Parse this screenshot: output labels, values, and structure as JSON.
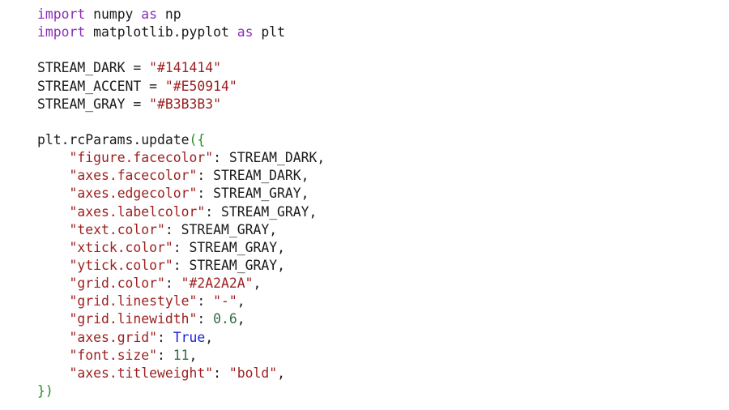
{
  "code": {
    "lines": [
      [
        {
          "t": "kw",
          "v": "import"
        },
        {
          "t": "txt",
          "v": " numpy "
        },
        {
          "t": "kw",
          "v": "as"
        },
        {
          "t": "txt",
          "v": " np"
        }
      ],
      [
        {
          "t": "kw",
          "v": "import"
        },
        {
          "t": "txt",
          "v": " matplotlib.pyplot "
        },
        {
          "t": "kw",
          "v": "as"
        },
        {
          "t": "txt",
          "v": " plt"
        }
      ],
      [],
      [
        {
          "t": "txt",
          "v": "STREAM_DARK = "
        },
        {
          "t": "str",
          "v": "\"#141414\""
        }
      ],
      [
        {
          "t": "txt",
          "v": "STREAM_ACCENT = "
        },
        {
          "t": "str",
          "v": "\"#E50914\""
        }
      ],
      [
        {
          "t": "txt",
          "v": "STREAM_GRAY = "
        },
        {
          "t": "str",
          "v": "\"#B3B3B3\""
        }
      ],
      [],
      [
        {
          "t": "txt",
          "v": "plt.rcParams.update"
        },
        {
          "t": "bracket",
          "v": "({"
        }
      ],
      [
        {
          "t": "txt",
          "v": "    "
        },
        {
          "t": "str",
          "v": "\"figure.facecolor\""
        },
        {
          "t": "txt",
          "v": ": STREAM_DARK,"
        }
      ],
      [
        {
          "t": "txt",
          "v": "    "
        },
        {
          "t": "str",
          "v": "\"axes.facecolor\""
        },
        {
          "t": "txt",
          "v": ": STREAM_DARK,"
        }
      ],
      [
        {
          "t": "txt",
          "v": "    "
        },
        {
          "t": "str",
          "v": "\"axes.edgecolor\""
        },
        {
          "t": "txt",
          "v": ": STREAM_GRAY,"
        }
      ],
      [
        {
          "t": "txt",
          "v": "    "
        },
        {
          "t": "str",
          "v": "\"axes.labelcolor\""
        },
        {
          "t": "txt",
          "v": ": STREAM_GRAY,"
        }
      ],
      [
        {
          "t": "txt",
          "v": "    "
        },
        {
          "t": "str",
          "v": "\"text.color\""
        },
        {
          "t": "txt",
          "v": ": STREAM_GRAY,"
        }
      ],
      [
        {
          "t": "txt",
          "v": "    "
        },
        {
          "t": "str",
          "v": "\"xtick.color\""
        },
        {
          "t": "txt",
          "v": ": STREAM_GRAY,"
        }
      ],
      [
        {
          "t": "txt",
          "v": "    "
        },
        {
          "t": "str",
          "v": "\"ytick.color\""
        },
        {
          "t": "txt",
          "v": ": STREAM_GRAY,"
        }
      ],
      [
        {
          "t": "txt",
          "v": "    "
        },
        {
          "t": "str",
          "v": "\"grid.color\""
        },
        {
          "t": "txt",
          "v": ": "
        },
        {
          "t": "str",
          "v": "\"#2A2A2A\""
        },
        {
          "t": "txt",
          "v": ","
        }
      ],
      [
        {
          "t": "txt",
          "v": "    "
        },
        {
          "t": "str",
          "v": "\"grid.linestyle\""
        },
        {
          "t": "txt",
          "v": ": "
        },
        {
          "t": "str",
          "v": "\"-\""
        },
        {
          "t": "txt",
          "v": ","
        }
      ],
      [
        {
          "t": "txt",
          "v": "    "
        },
        {
          "t": "str",
          "v": "\"grid.linewidth\""
        },
        {
          "t": "txt",
          "v": ": "
        },
        {
          "t": "num",
          "v": "0.6"
        },
        {
          "t": "txt",
          "v": ","
        }
      ],
      [
        {
          "t": "txt",
          "v": "    "
        },
        {
          "t": "str",
          "v": "\"axes.grid\""
        },
        {
          "t": "txt",
          "v": ": "
        },
        {
          "t": "const",
          "v": "True"
        },
        {
          "t": "txt",
          "v": ","
        }
      ],
      [
        {
          "t": "txt",
          "v": "    "
        },
        {
          "t": "str",
          "v": "\"font.size\""
        },
        {
          "t": "txt",
          "v": ": "
        },
        {
          "t": "num",
          "v": "11"
        },
        {
          "t": "txt",
          "v": ","
        }
      ],
      [
        {
          "t": "txt",
          "v": "    "
        },
        {
          "t": "str",
          "v": "\"axes.titleweight\""
        },
        {
          "t": "txt",
          "v": ": "
        },
        {
          "t": "str",
          "v": "\"bold\""
        },
        {
          "t": "txt",
          "v": ","
        }
      ],
      [
        {
          "t": "bracket",
          "v": "})"
        }
      ]
    ]
  },
  "syntax_colors": {
    "keyword": "#8a2fb8",
    "string": "#9c1f1f",
    "number": "#2f6b45",
    "constant": "#1d22d6",
    "bracket": "#2e8b2e",
    "text": "#1a1a1a",
    "background": "#ffffff"
  }
}
